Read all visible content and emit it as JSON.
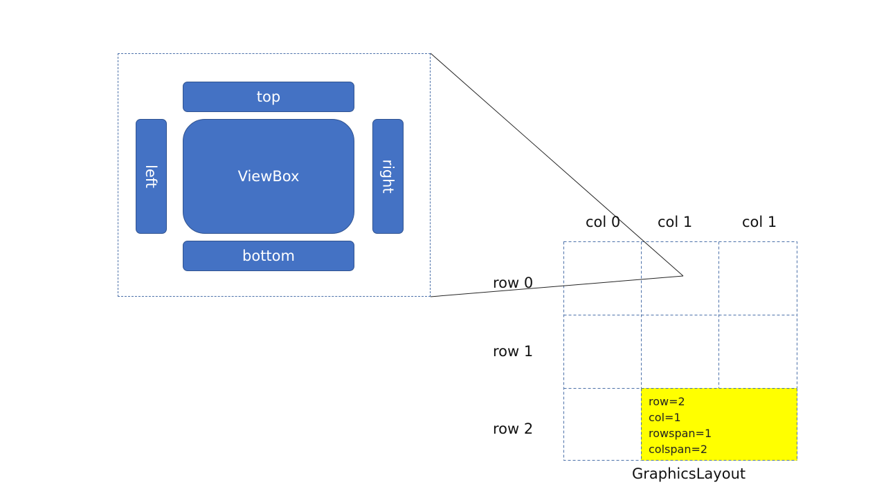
{
  "plot_item": {
    "top_label": "top",
    "bottom_label": "bottom",
    "left_label": "left",
    "right_label": "right",
    "center_label": "ViewBox"
  },
  "grid": {
    "col_labels": [
      "col 0",
      "col 1",
      "col 1"
    ],
    "row_labels": [
      "row 0",
      "row 1",
      "row 2"
    ],
    "span_cell_lines": [
      "row=2",
      "col=1",
      "rowspan=1",
      "colspan=2"
    ],
    "caption": "GraphicsLayout"
  },
  "colors": {
    "box_fill": "#4472c4",
    "box_border": "#2f528f",
    "dash_line": "#4a6fa8",
    "highlight": "#ffff00"
  }
}
